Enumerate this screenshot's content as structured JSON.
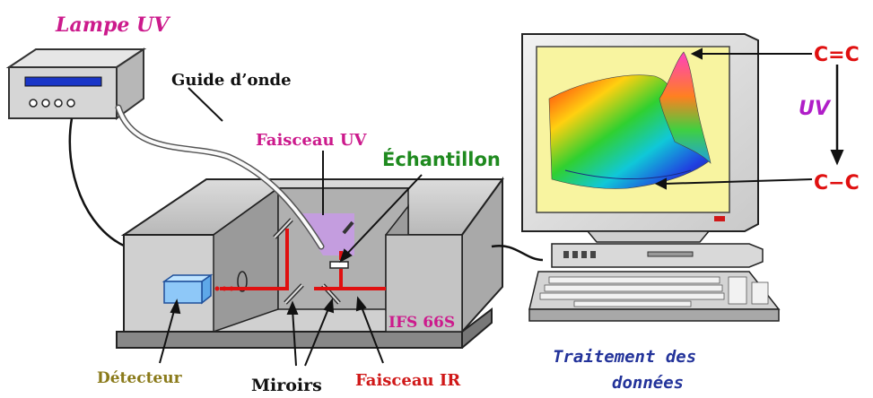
{
  "labels": {
    "lamp": "Lampe UV",
    "waveguide": "Guide d’onde",
    "uv_beam": "Faisceau UV",
    "sample": "Échantillon",
    "instrument": "IFS 66S",
    "detector": "Détecteur",
    "mirrors": "Miroirs",
    "ir_beam": "Faisceau IR",
    "processing_line1": "Traitement des",
    "processing_line2": "données",
    "bond_double": "C=C",
    "bond_single": "C−C",
    "uv_arrow": "UV"
  },
  "colors": {
    "lamp_label": "#cc1a8c",
    "uv_beam_label": "#cc1a8c",
    "sample_label": "#1f8a1f",
    "instrument_label": "#cc1a8c",
    "detector_label": "#8a7a1a",
    "ir_beam_label": "#d01818",
    "processing_label": "#23339a",
    "bond": "#e01010",
    "uv_arrow": "#b01ec8",
    "ir_beam": "#e01010",
    "uv_region": "#c89ae8",
    "screen": "#f8f4a0"
  }
}
